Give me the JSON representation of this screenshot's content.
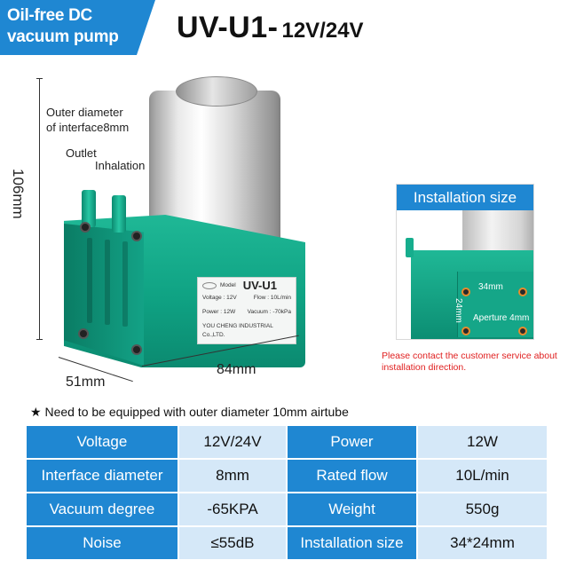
{
  "header": {
    "title_line1": "Oil-free DC",
    "title_line2": "vacuum pump",
    "model": "UV-U1-",
    "voltage": "12V/24V"
  },
  "product": {
    "height_label": "106mm",
    "width_label": "84mm",
    "depth_label": "51mm",
    "note_outer_diameter_1": "Outer diameter",
    "note_outer_diameter_2": "of interface8mm",
    "note_outlet": "Outlet",
    "note_inhalation": "Inhalation",
    "label_plate": {
      "model_prefix": "Model",
      "model": "UV-U1",
      "voltage": "Voltage : 12V",
      "flow": "Flow : 10L/min",
      "power": "Power : 12W",
      "vacuum": "Vacuum : -70kPa",
      "maker": "YOU CHENG INDUSTRIAL Co.,LTD."
    }
  },
  "installation": {
    "title": "Installation size",
    "width_label": "34mm",
    "height_label": "24mm",
    "aperture_label": "Aperture 4mm",
    "note": "Please contact the customer service about installation direction."
  },
  "requirement": "Need to be equipped with outer diameter 10mm airtube",
  "requirement_icon": "star-icon",
  "colors": {
    "brand_blue": "#1f87d2",
    "cell_light": "#d5e8f8",
    "pump_green": "#13a286",
    "note_red": "#e02020"
  },
  "specs": [
    {
      "key1": "Voltage",
      "val1": "12V/24V",
      "key2": "Power",
      "val2": "12W"
    },
    {
      "key1": "Interface diameter",
      "val1": "8mm",
      "key2": "Rated flow",
      "val2": "10L/min"
    },
    {
      "key1": "Vacuum degree",
      "val1": "-65KPA",
      "key2": "Weight",
      "val2": "550g"
    },
    {
      "key1": "Noise",
      "val1": "≤55dB",
      "key2": "Installation size",
      "val2": "34*24mm"
    }
  ]
}
